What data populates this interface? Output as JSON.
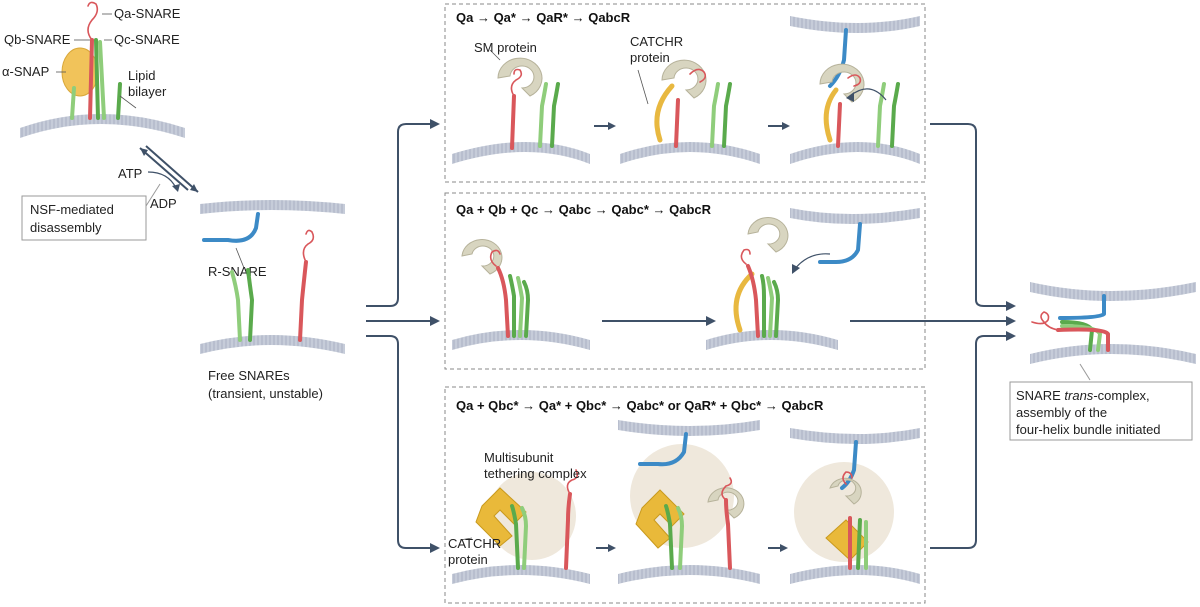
{
  "left": {
    "qa_snare": "Qa-SNARE",
    "qb_snare": "Qb-SNARE",
    "qc_snare": "Qc-SNARE",
    "alpha_snap": "α-SNAP",
    "lipid_bilayer_1": "Lipid",
    "lipid_bilayer_2": "bilayer",
    "atp": "ATP",
    "adp": "ADP",
    "nsf_1": "NSF-mediated",
    "nsf_2": "disassembly",
    "r_snare": "R-SNARE",
    "free_1": "Free SNAREs",
    "free_2": "(transient, unstable)"
  },
  "panels": {
    "top": {
      "header": "Qa → Qa* → QaR* → QabcR",
      "sm_protein": "SM protein",
      "catchr_1": "CATCHR",
      "catchr_2": "protein"
    },
    "middle": {
      "header": "Qa + Qb + Qc → Qabc → Qabc* → QabcR"
    },
    "bottom": {
      "header": "Qa + Qbc* → Qa* + Qbc* → Qabc* or QaR* + Qbc* → QabcR",
      "tether_1": "Multisubunit",
      "tether_2": "tethering complex",
      "catchr_1": "CATCHR",
      "catchr_2": "protein"
    }
  },
  "right": {
    "result_1a": "SNARE ",
    "result_1b": "trans",
    "result_1c": "-complex,",
    "result_2": "assembly of the",
    "result_3": "four-helix bundle initiated"
  },
  "colors": {
    "qa_red": "#d9575b",
    "qb_green": "#5aaa4c",
    "qc_lightgreen": "#8fcd7b",
    "r_blue": "#3c8ac6",
    "sm_beige": "#d8d5c0",
    "catchr_yellow": "#e8b840",
    "arrow_navy": "#3f5168",
    "membrane_grey": "#bfc6d4"
  }
}
